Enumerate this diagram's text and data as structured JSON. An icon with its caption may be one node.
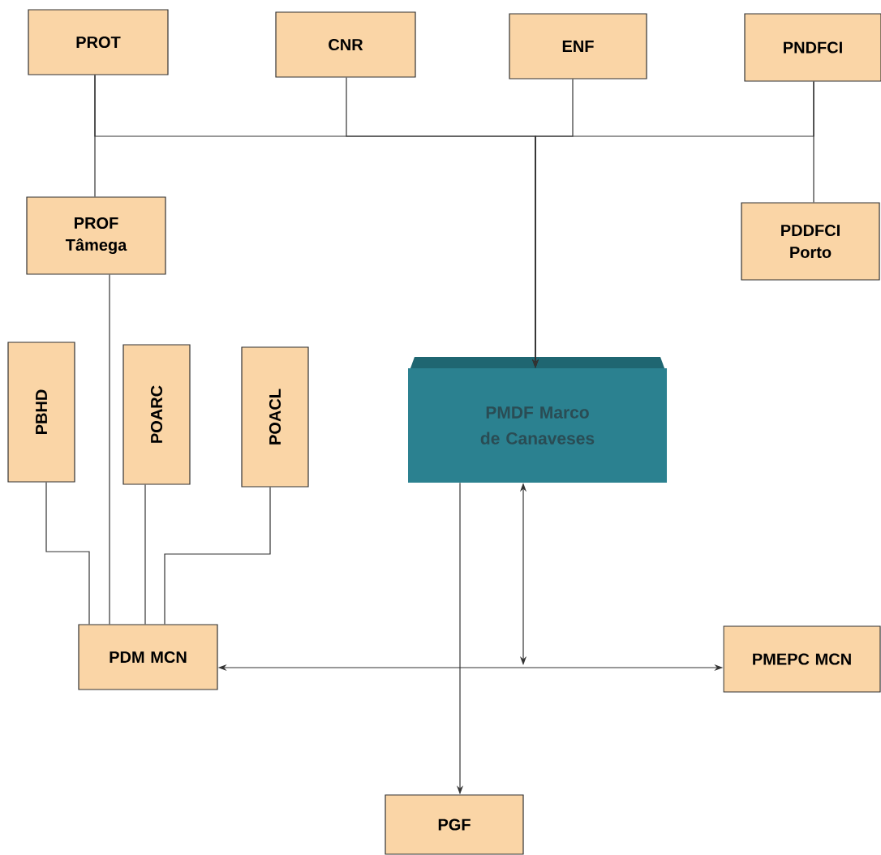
{
  "diagram": {
    "nodes": [
      {
        "text": [
          "PROT"
        ]
      },
      {
        "text": [
          "CNR"
        ]
      },
      {
        "text": [
          "ENF"
        ]
      },
      {
        "text": [
          "PNDFCI"
        ]
      },
      {
        "text": [
          "PROF Tâmega"
        ]
      },
      {
        "text": [
          "PDDFCI Porto"
        ]
      },
      {
        "text": [
          "PBHD"
        ]
      },
      {
        "text": [
          "POARC"
        ]
      },
      {
        "text": [
          "POACL"
        ]
      },
      {
        "text": [
          "PMDF Marco de Canaveses"
        ]
      },
      {
        "text": [
          "PDM MCN"
        ]
      },
      {
        "text": [
          "PMEPC MCN"
        ]
      },
      {
        "text": [
          "PGF"
        ]
      }
    ],
    "edges": [
      {
        "from": 0,
        "to": 9,
        "arrow": "to"
      },
      {
        "from": 1,
        "to": 9,
        "arrow": "to"
      },
      {
        "from": 2,
        "to": 9,
        "arrow": "to"
      },
      {
        "from": 3,
        "to": 9,
        "arrow": "to"
      },
      {
        "from": 0,
        "to": 4,
        "arrow": "none"
      },
      {
        "from": 3,
        "to": 5,
        "arrow": "none"
      },
      {
        "from": 4,
        "to": 10,
        "arrow": "none"
      },
      {
        "from": 6,
        "to": 10,
        "arrow": "none"
      },
      {
        "from": 7,
        "to": 10,
        "arrow": "none"
      },
      {
        "from": 8,
        "to": 10,
        "arrow": "none"
      },
      {
        "from": 9,
        "to": 12,
        "arrow": "to"
      },
      {
        "from": 10,
        "to": 11,
        "arrow": "both"
      },
      {
        "from": 9,
        "to": null,
        "arrow": "both"
      }
    ]
  }
}
